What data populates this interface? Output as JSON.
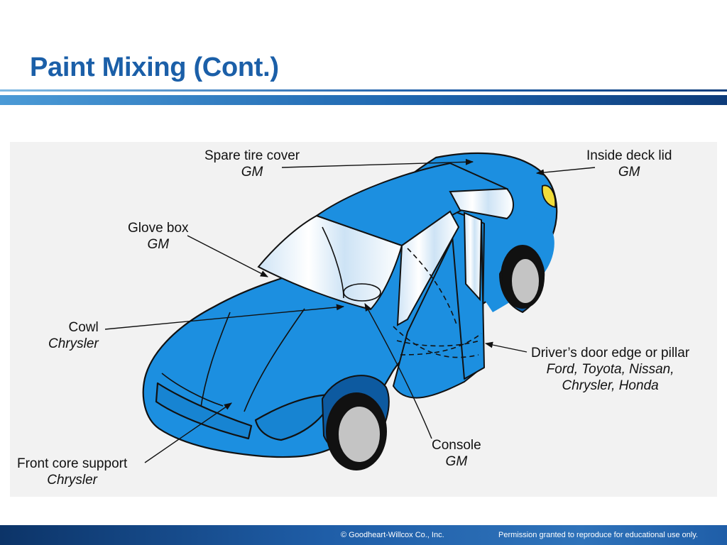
{
  "slide": {
    "title": "Paint Mixing (Cont.)"
  },
  "diagram": {
    "labels": {
      "spare_tire_cover": {
        "name": "Spare tire cover",
        "maker": "GM"
      },
      "inside_deck_lid": {
        "name": "Inside deck lid",
        "maker": "GM"
      },
      "glove_box": {
        "name": "Glove box",
        "maker": "GM"
      },
      "cowl": {
        "name": "Cowl",
        "maker": "Chrysler"
      },
      "drivers_door": {
        "name": "Driver’s door edge or pillar",
        "maker_line1": "Ford, Toyota, Nissan,",
        "maker_line2": "Chrysler, Honda"
      },
      "console": {
        "name": "Console",
        "maker": "GM"
      },
      "front_core_support": {
        "name": "Front core support",
        "maker": "Chrysler"
      }
    },
    "colors": {
      "body": "#1c8fe0",
      "background": "#f2f2f2",
      "glass": "#dfeef9",
      "tire": "#111111",
      "wheel": "#c4c4c4",
      "taillight": "#f2dd3a"
    }
  },
  "footer": {
    "copyright": "© Goodheart-Willcox Co., Inc.",
    "permission": "Permission granted to reproduce for educational use only."
  }
}
